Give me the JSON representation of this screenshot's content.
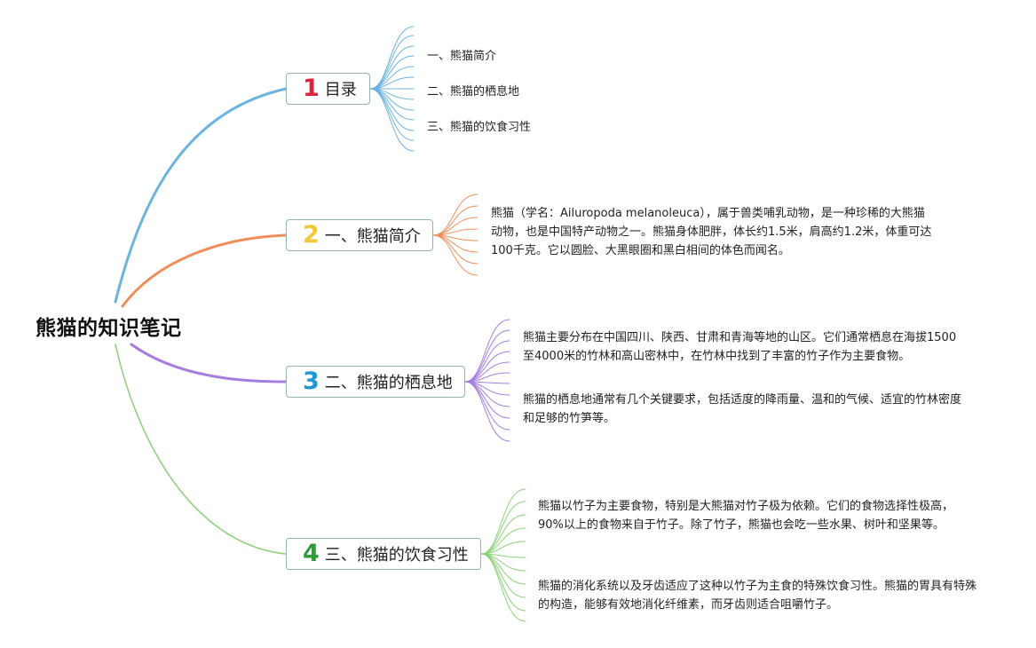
{
  "root": {
    "title": "熊猫的知识笔记"
  },
  "branches": [
    {
      "num": "1",
      "label": "目录",
      "color": "#6cb4e0",
      "num_color": "#d9263b",
      "children": [
        "一、熊猫简介",
        "二、熊猫的栖息地",
        "三、熊猫的饮食习性"
      ]
    },
    {
      "num": "2",
      "label": "一、熊猫简介",
      "color": "#ef8e5a",
      "num_color": "#f0c93a",
      "notes": [
        "熊猫（学名：Ailuropoda melanoleuca），属于兽类哺乳动物，是一种珍稀的大熊猫动物，也是中国特产动物之一。熊猫身体肥胖，体长约1.5米，肩高约1.2米，体重可达100千克。它以圆脸、大黑眼圈和黑白相间的体色而闻名。"
      ]
    },
    {
      "num": "3",
      "label": "二、熊猫的栖息地",
      "color": "#a57de0",
      "num_color": "#2196d3",
      "notes": [
        "熊猫主要分布在中国四川、陕西、甘肃和青海等地的山区。它们通常栖息在海拔1500至4000米的竹林和高山密林中，在竹林中找到了丰富的竹子作为主要食物。",
        "熊猫的栖息地通常有几个关键要求，包括适度的降雨量、温和的气候、适宜的竹林密度和足够的竹笋等。"
      ]
    },
    {
      "num": "4",
      "label": "三、熊猫的饮食习性",
      "color": "#8dd27c",
      "num_color": "#2e9c3a",
      "notes": [
        "熊猫以竹子为主要食物，特别是大熊猫对竹子极为依赖。它们的食物选择性极高，90%以上的食物来自于竹子。除了竹子，熊猫也会吃一些水果、树叶和坚果等。",
        "熊猫的消化系统以及牙齿适应了这种以竹子为主食的特殊饮食习性。熊猫的胃具有特殊的构造，能够有效地消化纤维素，而牙齿则适合咀嚼竹子。"
      ]
    }
  ]
}
